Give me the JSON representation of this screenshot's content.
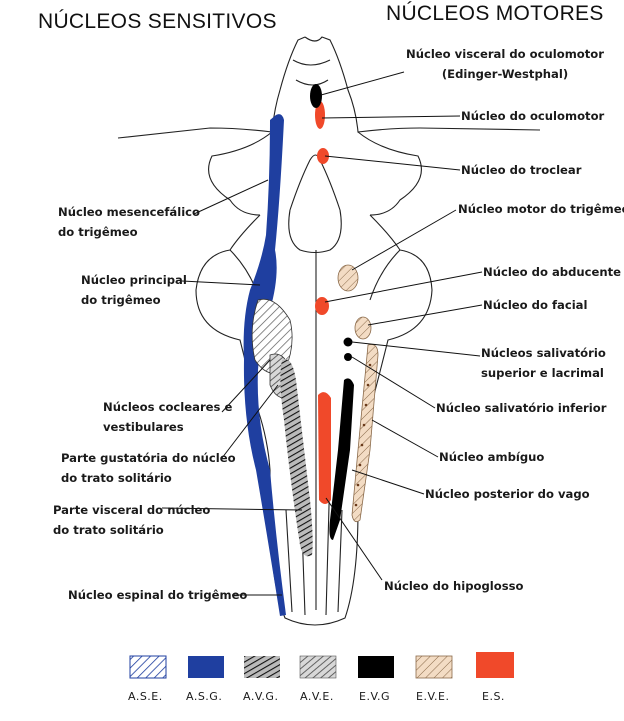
{
  "headers": {
    "sensory": "NÚCLEOS SENSITIVOS",
    "motor": "NÚCLEOS MOTORES"
  },
  "labels": {
    "edinger_l1": "Núcleo visceral do oculomotor",
    "edinger_l2": "(Edinger-Westphal)",
    "oculomotor": "Núcleo do oculomotor",
    "troclear": "Núcleo do troclear",
    "motor_trig": "Núcleo motor do trigêmeo",
    "abducente": "Núcleo do abducente",
    "facial": "Núcleo do facial",
    "saliv_sup_l1": "Núcleos salivatório",
    "saliv_sup_l2": "superior e lacrimal",
    "saliv_inf": "Núcleo salivatório inferior",
    "ambiguo": "Núcleo ambíguo",
    "post_vago": "Núcleo posterior do vago",
    "hipoglosso": "Núcleo do hipoglosso",
    "mesenc_l1": "Núcleo mesencefálico",
    "mesenc_l2": "do trigêmeo",
    "principal_l1": "Núcleo principal",
    "principal_l2": "do trigêmeo",
    "cocleares_l1": "Núcleos cocleares e",
    "cocleares_l2": "vestibulares",
    "gustatoria_l1": "Parte gustatória do núcleo",
    "gustatoria_l2": "do trato solitário",
    "visceral_l1": "Parte visceral do núcleo",
    "visceral_l2": "do trato solitário",
    "espinal": "Núcleo espinal do trigêmeo"
  },
  "legend": [
    {
      "code": "A.S.E.",
      "pattern": "ase",
      "color": "#1f3fa0"
    },
    {
      "code": "A.S.G.",
      "pattern": "asg",
      "color": "#1f3fa0"
    },
    {
      "code": "A.V.G.",
      "pattern": "avg",
      "color": "#111111"
    },
    {
      "code": "A.V.E.",
      "pattern": "ave",
      "color": "#555555"
    },
    {
      "code": "E.V.G",
      "pattern": "evg",
      "color": "#000000"
    },
    {
      "code": "E.V.E.",
      "pattern": "eve",
      "color": "#e8c9a8"
    },
    {
      "code": "E.S.",
      "pattern": "es",
      "color": "#f0492a"
    }
  ],
  "colors": {
    "blue": "#1f3fa0",
    "red": "#f0492a",
    "tan": "#e8c9a8",
    "black": "#000000"
  }
}
